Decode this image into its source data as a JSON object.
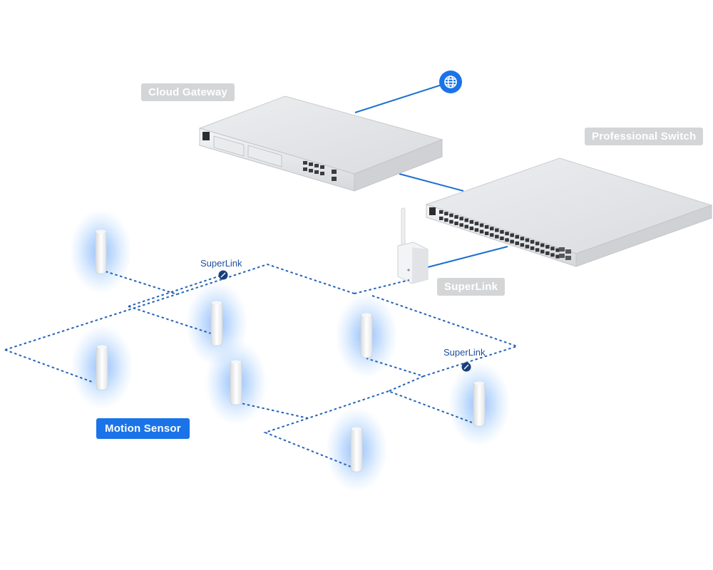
{
  "labels": {
    "cloud_gateway": "Cloud Gateway",
    "professional_switch": "Professional Switch",
    "superlink_device": "SuperLink",
    "motion_sensor": "Motion Sensor",
    "superlink_link_1": "SuperLink",
    "superlink_link_2": "SuperLink"
  },
  "colors": {
    "mesh_line": "#2563b8",
    "uplink_line": "#1b6fd1",
    "sensor_glow": "#3b82f6",
    "internet_badge": "#1a73e8",
    "device_body": "#e6e7e9"
  },
  "icons": [
    "globe-icon",
    "link-icon"
  ]
}
